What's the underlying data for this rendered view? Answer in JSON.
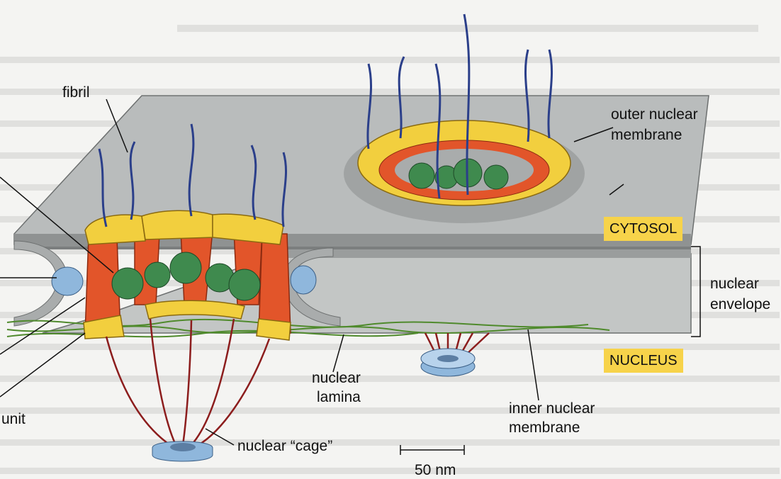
{
  "labels": {
    "fibril": "fibril",
    "outer_membrane_1": "outer nuclear",
    "outer_membrane_2": "membrane",
    "cytosol": "CYTOSOL",
    "nuclear_envelope_1": "nuclear",
    "nuclear_envelope_2": "envelope",
    "nucleus": "NUCLEUS",
    "lamina_1": "nuclear",
    "lamina_2": "lamina",
    "inner_membrane_1": "inner nuclear",
    "inner_membrane_2": "membrane",
    "cage": "nuclear “cage”",
    "subunit_fragment": "unit",
    "scale_bar": "50 nm"
  },
  "colors": {
    "membrane": "#b9bcbc",
    "membrane_edge": "#6d7070",
    "ring_yellow": "#f2cf3e",
    "spoke_orange": "#e2552a",
    "granule_green": "#3f8a4e",
    "fibril_blue": "#2b3f8a",
    "cage_red": "#8c1d1d",
    "anchor_blue": "#8fb7dc",
    "lamina_green": "#4f8a2c",
    "label_box": "#f7d34a"
  }
}
